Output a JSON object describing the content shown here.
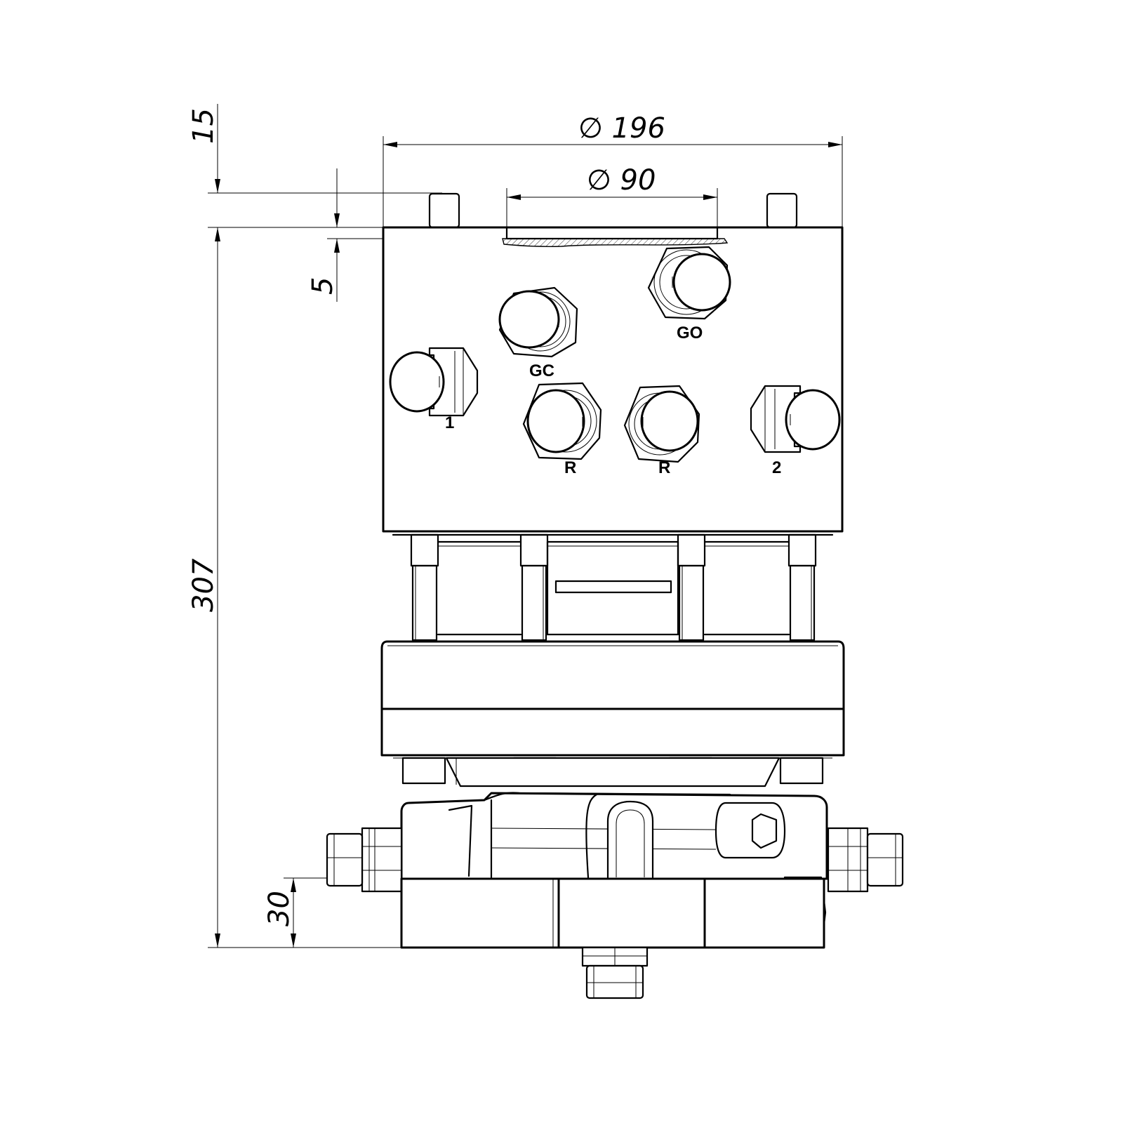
{
  "drawing": {
    "dimensions": {
      "outer_diameter": "∅ 196",
      "inner_diameter": "∅ 90",
      "top_offset": "15",
      "recess_depth": "5",
      "total_height": "307",
      "base_height": "30"
    },
    "ports": [
      {
        "id": "1",
        "label": "1"
      },
      {
        "id": "gc",
        "label": "GC"
      },
      {
        "id": "go",
        "label": "GO"
      },
      {
        "id": "r1",
        "label": "R"
      },
      {
        "id": "r2",
        "label": "R"
      },
      {
        "id": "2",
        "label": "2"
      }
    ]
  }
}
